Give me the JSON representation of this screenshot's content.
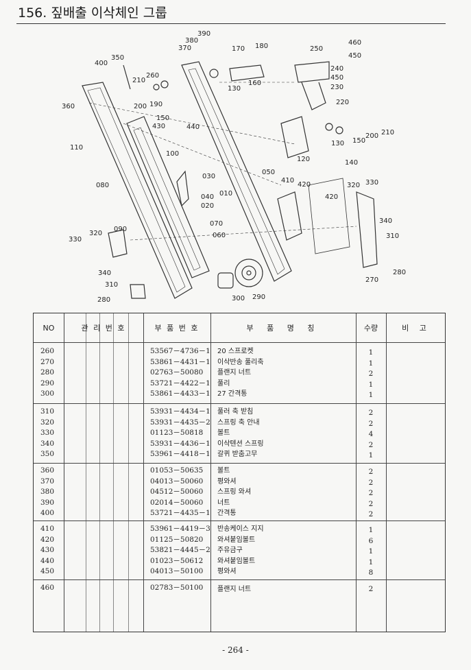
{
  "page": {
    "title": "156. 짚배출 이삭체인 그룹",
    "page_number": "- 264 -"
  },
  "diagram": {
    "labels": [
      "390",
      "380",
      "370",
      "170",
      "180",
      "250",
      "460",
      "450",
      "400",
      "350",
      "240",
      "210",
      "260",
      "450",
      "230",
      "160",
      "130",
      "360",
      "200",
      "190",
      "150",
      "430",
      "440",
      "220",
      "210",
      "200",
      "150",
      "130",
      "120",
      "140",
      "110",
      "100",
      "050",
      "080",
      "030",
      "010",
      "040",
      "020",
      "410",
      "420",
      "320",
      "330",
      "420",
      "340",
      "310",
      "070",
      "060",
      "320",
      "090",
      "330",
      "340",
      "310",
      "280",
      "270",
      "280",
      "300",
      "290"
    ]
  },
  "table": {
    "headers": {
      "no": "NO",
      "mgmt": "관 리 번 호",
      "part_no": "부 품 번 호",
      "part_name": "부 품 명 칭",
      "qty": "수량",
      "remarks": "비 고"
    },
    "groups": [
      {
        "rows": [
          {
            "no": "260",
            "part_no": "53567－4736－1",
            "name": "20 스프로켓",
            "qty": "1"
          },
          {
            "no": "270",
            "part_no": "53861－4431－1",
            "name": "이삭반송 풀리축",
            "qty": "1"
          },
          {
            "no": "280",
            "part_no": "02763－50080",
            "name": "플랜지 너트",
            "qty": "2"
          },
          {
            "no": "290",
            "part_no": "53721－4422－1",
            "name": "풀리",
            "qty": "1"
          },
          {
            "no": "300",
            "part_no": "53861－4433－1",
            "name": "27 간격통",
            "qty": "1"
          }
        ]
      },
      {
        "rows": [
          {
            "no": "310",
            "part_no": "53931－4434－1",
            "name": "풀러 축 받침",
            "qty": "2"
          },
          {
            "no": "320",
            "part_no": "53931－4435－2",
            "name": "스프링 축 안내",
            "qty": "2"
          },
          {
            "no": "330",
            "part_no": "01123－50818",
            "name": "볼트",
            "qty": "4"
          },
          {
            "no": "340",
            "part_no": "53931－4436－1",
            "name": "이삭텐션 스프링",
            "qty": "2"
          },
          {
            "no": "350",
            "part_no": "53961－4418－1",
            "name": "갈퀴 받춤고무",
            "qty": "1"
          }
        ]
      },
      {
        "rows": [
          {
            "no": "360",
            "part_no": "01053－50635",
            "name": "볼트",
            "qty": "2"
          },
          {
            "no": "370",
            "part_no": "04013－50060",
            "name": "평와셔",
            "qty": "2"
          },
          {
            "no": "380",
            "part_no": "04512－50060",
            "name": "스프링 와셔",
            "qty": "2"
          },
          {
            "no": "390",
            "part_no": "02014－50060",
            "name": "너트",
            "qty": "2"
          },
          {
            "no": "400",
            "part_no": "53721－4435－1",
            "name": "간격통",
            "qty": "2"
          }
        ]
      },
      {
        "rows": [
          {
            "no": "410",
            "part_no": "53961－4419－3",
            "name": "반송케이스 지지",
            "qty": "1"
          },
          {
            "no": "420",
            "part_no": "01125－50820",
            "name": "와셔붙임볼트",
            "qty": "6"
          },
          {
            "no": "430",
            "part_no": "53821－4445－2",
            "name": "주유금구",
            "qty": "1"
          },
          {
            "no": "440",
            "part_no": "01023－50612",
            "name": "와셔붙임볼트",
            "qty": "1"
          },
          {
            "no": "450",
            "part_no": "04013－50100",
            "name": "평와셔",
            "qty": "8"
          }
        ]
      },
      {
        "rows": [
          {
            "no": "460",
            "part_no": "02783－50100",
            "name": "플랜지 너트",
            "qty": "2"
          }
        ]
      }
    ]
  }
}
